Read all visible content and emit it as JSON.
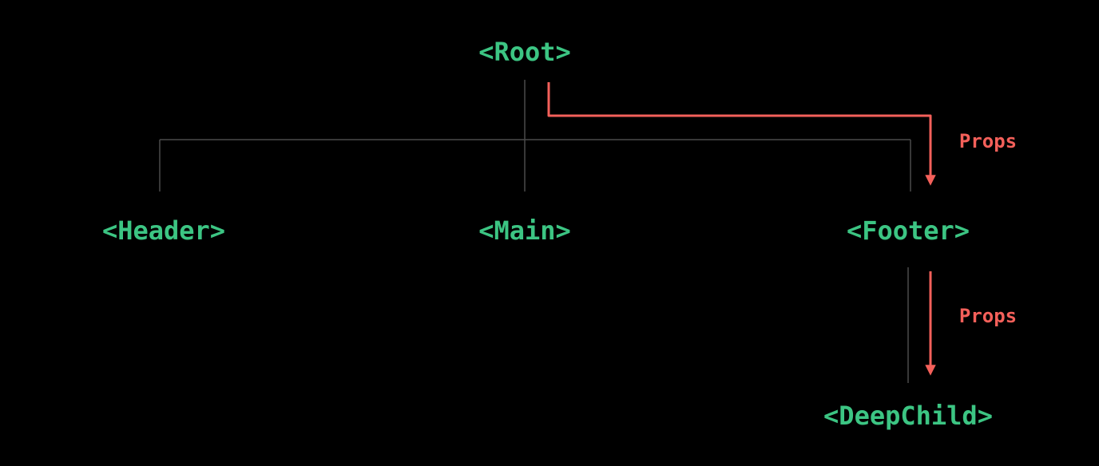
{
  "diagram": {
    "title": "component-props-drilling-tree",
    "nodes": {
      "root": "<Root>",
      "header": "<Header>",
      "main": "<Main>",
      "footer": "<Footer>",
      "deep_child": "<DeepChild>"
    },
    "arrows": {
      "root_to_footer": {
        "label": "Props"
      },
      "footer_to_deepchild": {
        "label": "Props"
      }
    },
    "colors": {
      "node_green": "#3cc583",
      "arrow_red": "#f4605a",
      "edge_gray": "#4a4a4a",
      "background": "#000000"
    }
  }
}
